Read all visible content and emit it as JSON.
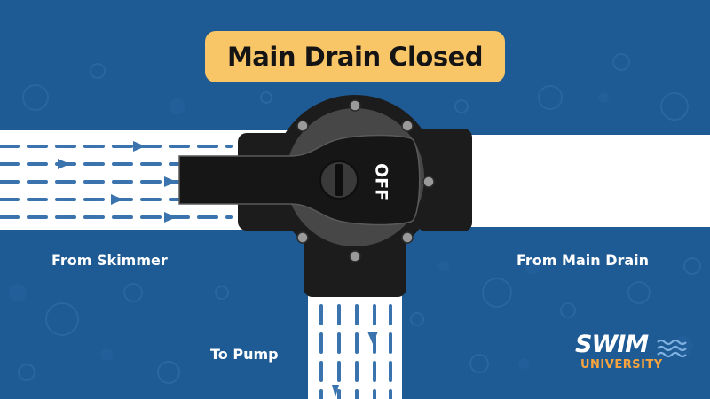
{
  "title": "Main Drain Closed",
  "valve": {
    "handle_label": "OFF"
  },
  "pipes": {
    "left": {
      "label": "From Skimmer",
      "flow": "right"
    },
    "right": {
      "label": "From Main Drain",
      "flow": "none"
    },
    "bottom": {
      "label": "To Pump",
      "flow": "down"
    }
  },
  "logo": {
    "line1": "SWIM",
    "line2": "UNIVERSITY"
  },
  "colors": {
    "background": "#1e5a93",
    "title_badge": "#f8c567",
    "pipe": "#ffffff",
    "flow_arrows": "#3a73ad",
    "valve_body": "#1c1c1c",
    "valve_cap": "#4a4a4a",
    "logo_accent": "#f8a43c"
  }
}
